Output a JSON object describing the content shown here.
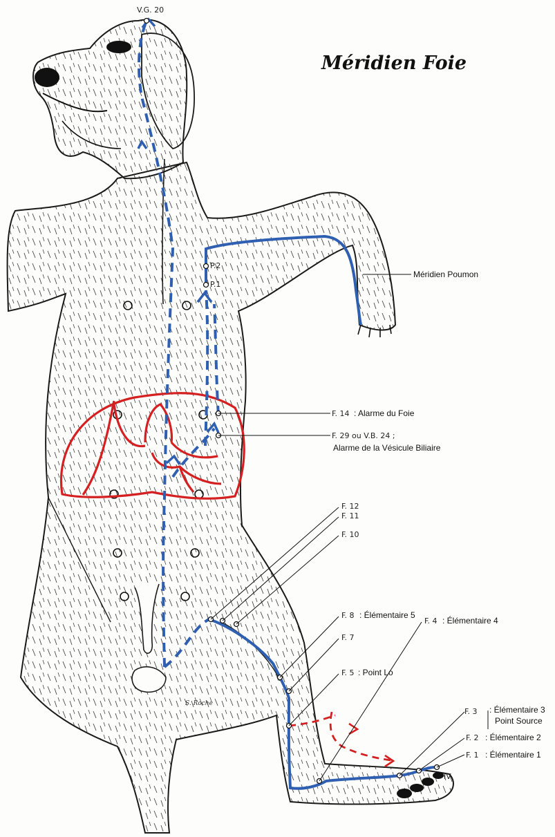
{
  "title": "Méridien Foie",
  "signature": "S. Roche",
  "colors": {
    "liver_meridian": "#2f5fb0",
    "lung_meridian": "#2f5fb0",
    "liver_organ": "#d42020",
    "secondary_path": "#d42020",
    "outline": "#1a1a1a"
  },
  "points": {
    "vg20": "V.G. 20",
    "p2": "P.2",
    "p1": "P.1",
    "f12": "F. 12",
    "f11": "F. 11",
    "f10": "F. 10",
    "f7": "F. 7",
    "f3": "F. 3",
    "toe_mark": "IV"
  },
  "labels": {
    "lung_meridian": "Méridien Poumon",
    "f14_code": "F. 14",
    "f14_text": ": Alarme du Foie",
    "f29_code": "F. 29 ou V.B. 24 ;",
    "f29_text": "Alarme de la Vésicule Biliaire",
    "f8_code": "F. 8",
    "f8_text": ": Élémentaire 5",
    "f5_code": "F. 5",
    "f5_text": ": Point Lo",
    "f4_code": "F. 4",
    "f4_text": ": Élémentaire 4",
    "f3_line1": ": Élémentaire 3",
    "f3_line2": "Point Source",
    "f2_code": "F. 2",
    "f2_text": ": Élémentaire 2",
    "f1_code": "F. 1",
    "f1_text": ": Élémentaire 1"
  }
}
